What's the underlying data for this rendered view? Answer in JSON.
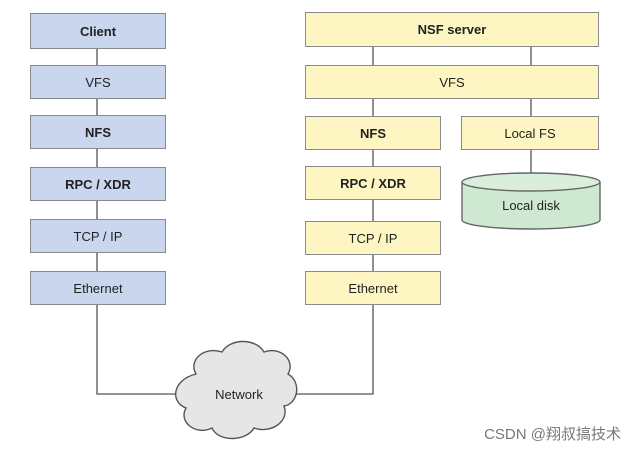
{
  "client": {
    "title": "Client",
    "layers": [
      "VFS",
      "NFS",
      "RPC / XDR",
      "TCP / IP",
      "Ethernet"
    ]
  },
  "server": {
    "title": "NSF server",
    "vfs": "VFS",
    "layers": [
      "NFS",
      "RPC / XDR",
      "TCP / IP",
      "Ethernet"
    ],
    "local_fs": "Local FS",
    "local_disk": "Local disk"
  },
  "network": "Network",
  "watermark": "CSDN @翔叔搞技术",
  "colors": {
    "client_fill": "#c9d6ee",
    "server_fill": "#fdf6c3",
    "disk_fill": "#cfe8d2",
    "cloud_fill": "#e6e6e6",
    "border": "#8a8a8a"
  }
}
